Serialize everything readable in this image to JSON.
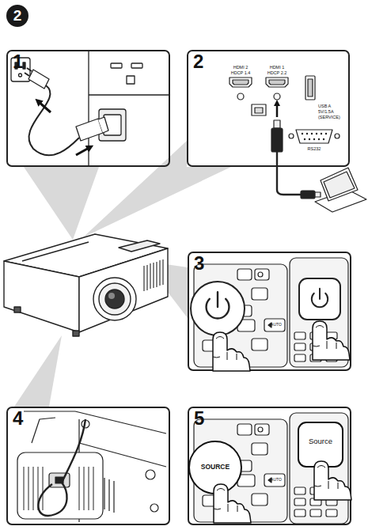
{
  "diagram": {
    "nodes": [
      {
        "text": [
          "2"
        ]
      },
      {
        "text": [
          "1"
        ]
      },
      {
        "text": [
          "2"
        ]
      },
      {
        "text": [
          "3"
        ]
      },
      {
        "text": [
          "4"
        ]
      },
      {
        "text": [
          "5"
        ]
      },
      {
        "text": [
          "SOURCE"
        ],
        "in": 5
      },
      {
        "text": [
          "Source"
        ],
        "in": 5
      }
    ],
    "labels": [
      "HDMI 2",
      "HDCP 1.4",
      "HDMI 1",
      "HDCP 2.2",
      "USB A",
      "5V/1.5A",
      "(SERVICE)",
      "RS232",
      "AUTO",
      "AUTO"
    ]
  }
}
